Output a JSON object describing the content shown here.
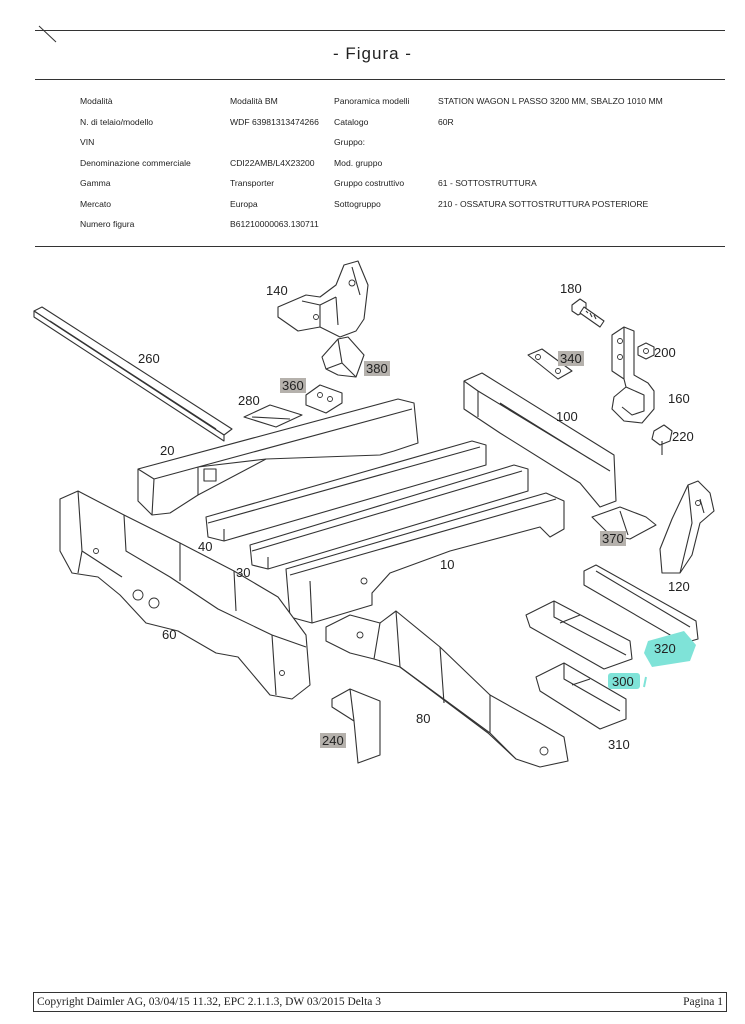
{
  "title": "- Figura -",
  "info_rows": [
    {
      "label": "Modalità",
      "value": "Modalità BM",
      "label2": "Panoramica modelli",
      "value2": "STATION WAGON L PASSO 3200 MM, SBALZO 1010 MM"
    },
    {
      "label": "N. di telaio/modello",
      "value": "WDF 63981313474266",
      "label2": "Catalogo",
      "value2": "60R"
    },
    {
      "label": "VIN",
      "value": "",
      "label2": "Gruppo:",
      "value2": ""
    },
    {
      "label": "Denominazione commerciale",
      "value": "CDI22AMB/L4X23200",
      "label2": "Mod. gruppo",
      "value2": ""
    },
    {
      "label": "Gamma",
      "value": "Transporter",
      "label2": "Gruppo costruttivo",
      "value2": "61 - SOTTOSTRUTTURA"
    },
    {
      "label": "Mercato",
      "value": "Europa",
      "label2": "Sottogruppo",
      "value2": "210 - OSSATURA SOTTOSTRUTTURA POSTERIORE"
    },
    {
      "label": "Numero figura",
      "value": "B61210000063.130711",
      "label2": "",
      "value2": ""
    }
  ],
  "part_labels": {
    "p140": "140",
    "p180": "180",
    "p260": "260",
    "p380": "380",
    "p340": "340",
    "p200": "200",
    "p360": "360",
    "p280": "280",
    "p160": "160",
    "p100": "100",
    "p220": "220",
    "p20": "20",
    "p370": "370",
    "p40": "40",
    "p30": "30",
    "p10": "10",
    "p120": "120",
    "p60": "60",
    "p320": "320",
    "p300": "300",
    "p80": "80",
    "p240": "240",
    "p310": "310"
  },
  "footer": {
    "copyright": "Copyright Daimler AG, 03/04/15 11.32, EPC 2.1.1.3, DW 03/2015 Delta 3",
    "page": "Pagina 1"
  },
  "colors": {
    "highlight_gray": "#b5b1ac",
    "highlight_cyan": "#7fe3d8"
  }
}
